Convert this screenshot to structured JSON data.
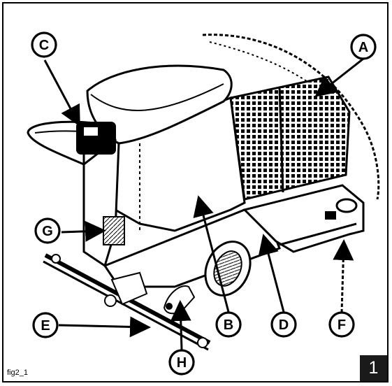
{
  "figure": {
    "caption": "fig2_1",
    "number": "1"
  },
  "callouts": [
    {
      "id": "A",
      "label": "A"
    },
    {
      "id": "B",
      "label": "B"
    },
    {
      "id": "C",
      "label": "C"
    },
    {
      "id": "D",
      "label": "D"
    },
    {
      "id": "E",
      "label": "E"
    },
    {
      "id": "F",
      "label": "F"
    },
    {
      "id": "G",
      "label": "G"
    },
    {
      "id": "H",
      "label": "H"
    }
  ],
  "colors": {
    "line": "#000000",
    "background": "#ffffff",
    "badge": "#1a1a1a"
  }
}
